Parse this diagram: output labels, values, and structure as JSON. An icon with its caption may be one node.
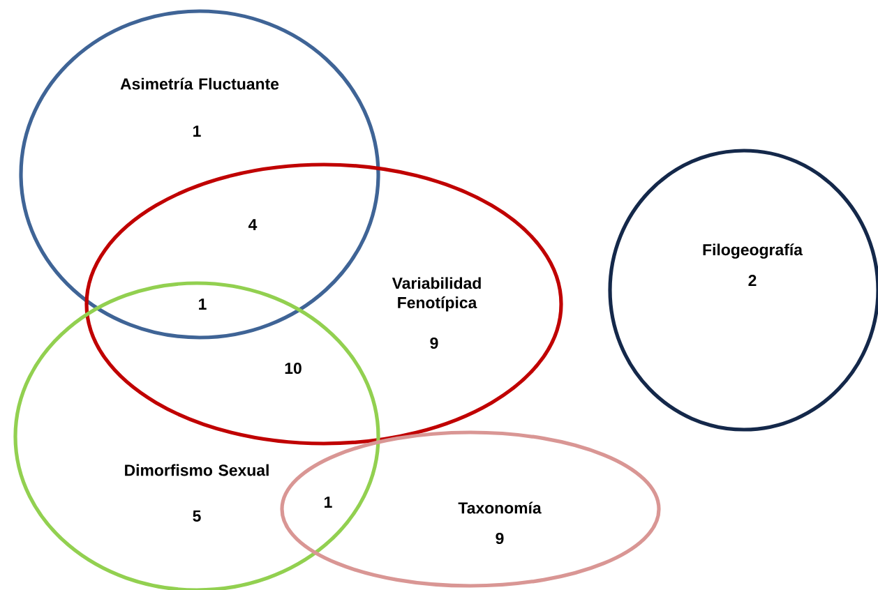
{
  "diagram": {
    "nodes": [
      {
        "text": [
          "Asimetría Fluctuante",
          "1"
        ]
      },
      {
        "text": [
          "Variabilidad Fenotípica",
          "9"
        ]
      },
      {
        "text": [
          "Filogeografía",
          "2"
        ]
      },
      {
        "text": [
          "Dimorfismo Sexual",
          "5"
        ]
      },
      {
        "text": [
          "Taxonomía",
          "9"
        ]
      }
    ],
    "labels": [
      "4",
      "1",
      "10",
      "1"
    ]
  }
}
